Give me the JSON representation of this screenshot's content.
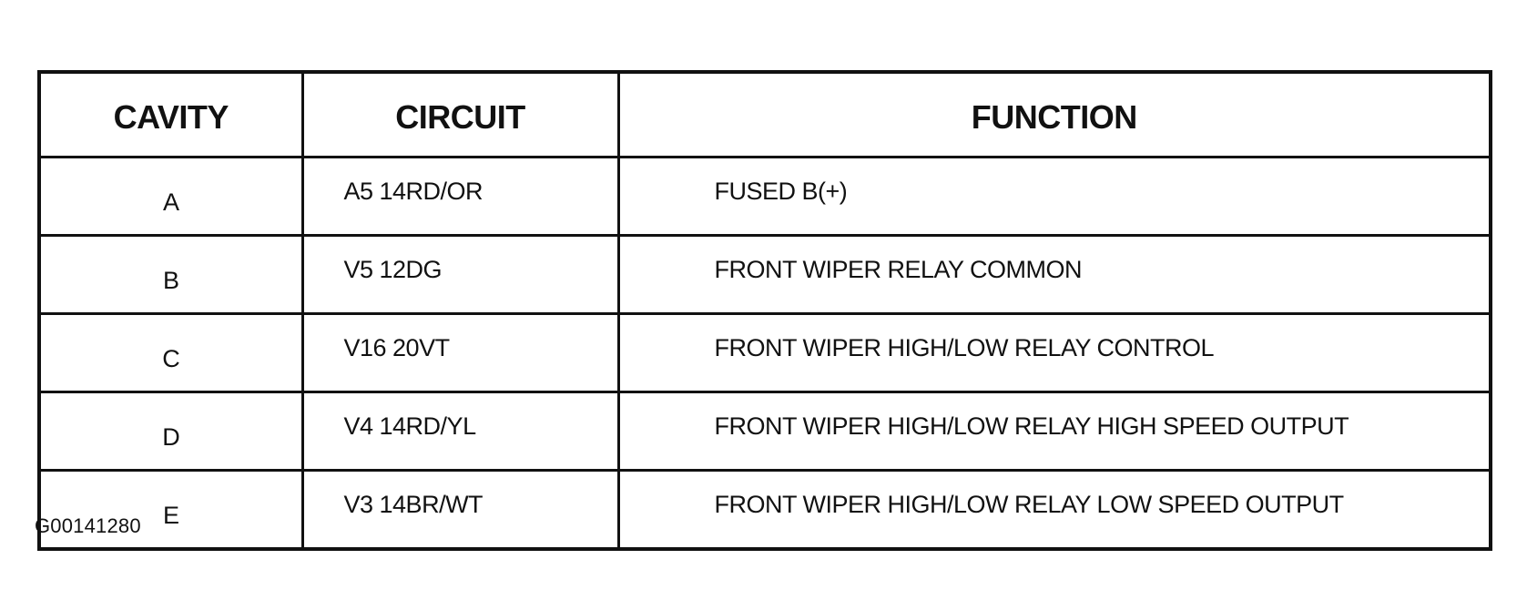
{
  "table": {
    "headers": {
      "cavity": "CAVITY",
      "circuit": "CIRCUIT",
      "function": "FUNCTION"
    },
    "rows": [
      {
        "cavity": "A",
        "circuit": "A5 14RD/OR",
        "function": "FUSED B(+)"
      },
      {
        "cavity": "B",
        "circuit": "V5 12DG",
        "function": "FRONT WIPER RELAY COMMON"
      },
      {
        "cavity": "C",
        "circuit": "V16 20VT",
        "function": "FRONT WIPER HIGH/LOW RELAY CONTROL"
      },
      {
        "cavity": "D",
        "circuit": "V4 14RD/YL",
        "function": "FRONT WIPER HIGH/LOW RELAY HIGH SPEED OUTPUT"
      },
      {
        "cavity": "E",
        "circuit": "V3 14BR/WT",
        "function": "FRONT WIPER HIGH/LOW RELAY LOW SPEED OUTPUT"
      }
    ]
  },
  "figure_id": "G00141280"
}
